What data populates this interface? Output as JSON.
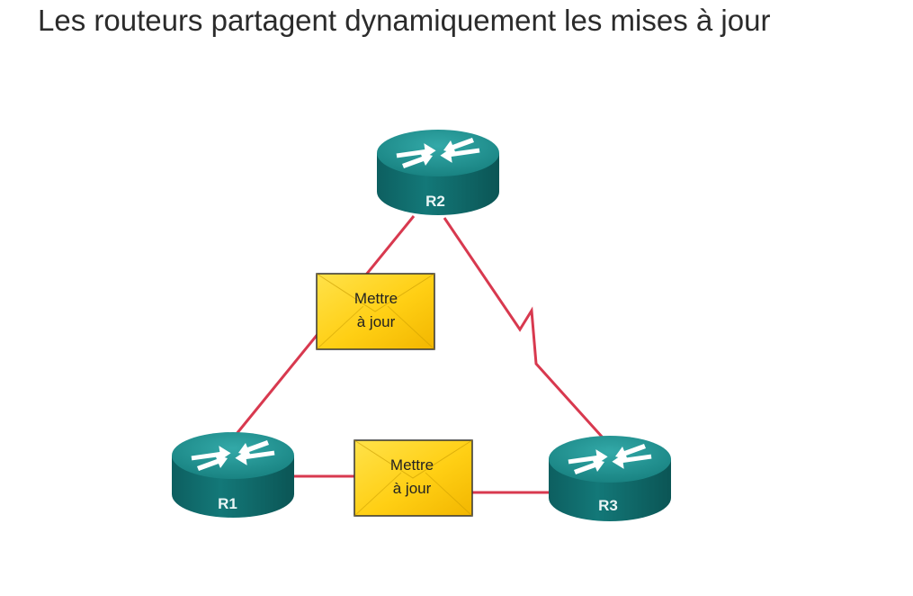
{
  "title": "Les routeurs partagent dynamiquement les mises à jour",
  "routers": [
    {
      "id": "r2",
      "label": "R2"
    },
    {
      "id": "r1",
      "label": "R1"
    },
    {
      "id": "r3",
      "label": "R3"
    }
  ],
  "links": [
    {
      "from": "R2",
      "to": "R1",
      "type": "ethernet"
    },
    {
      "from": "R2",
      "to": "R3",
      "type": "serial"
    },
    {
      "from": "R1",
      "to": "R3",
      "type": "ethernet"
    }
  ],
  "messages": [
    {
      "line1": "Mettre",
      "line2": "à jour"
    },
    {
      "line1": "Mettre",
      "line2": "à jour"
    }
  ],
  "colors": {
    "router_top": "#1f8f8f",
    "router_side": "#0f6e6e",
    "link": "#d8394f",
    "envelope": "#ffd21c",
    "envelope_border": "#333333",
    "title_text": "#2b2b2b"
  }
}
